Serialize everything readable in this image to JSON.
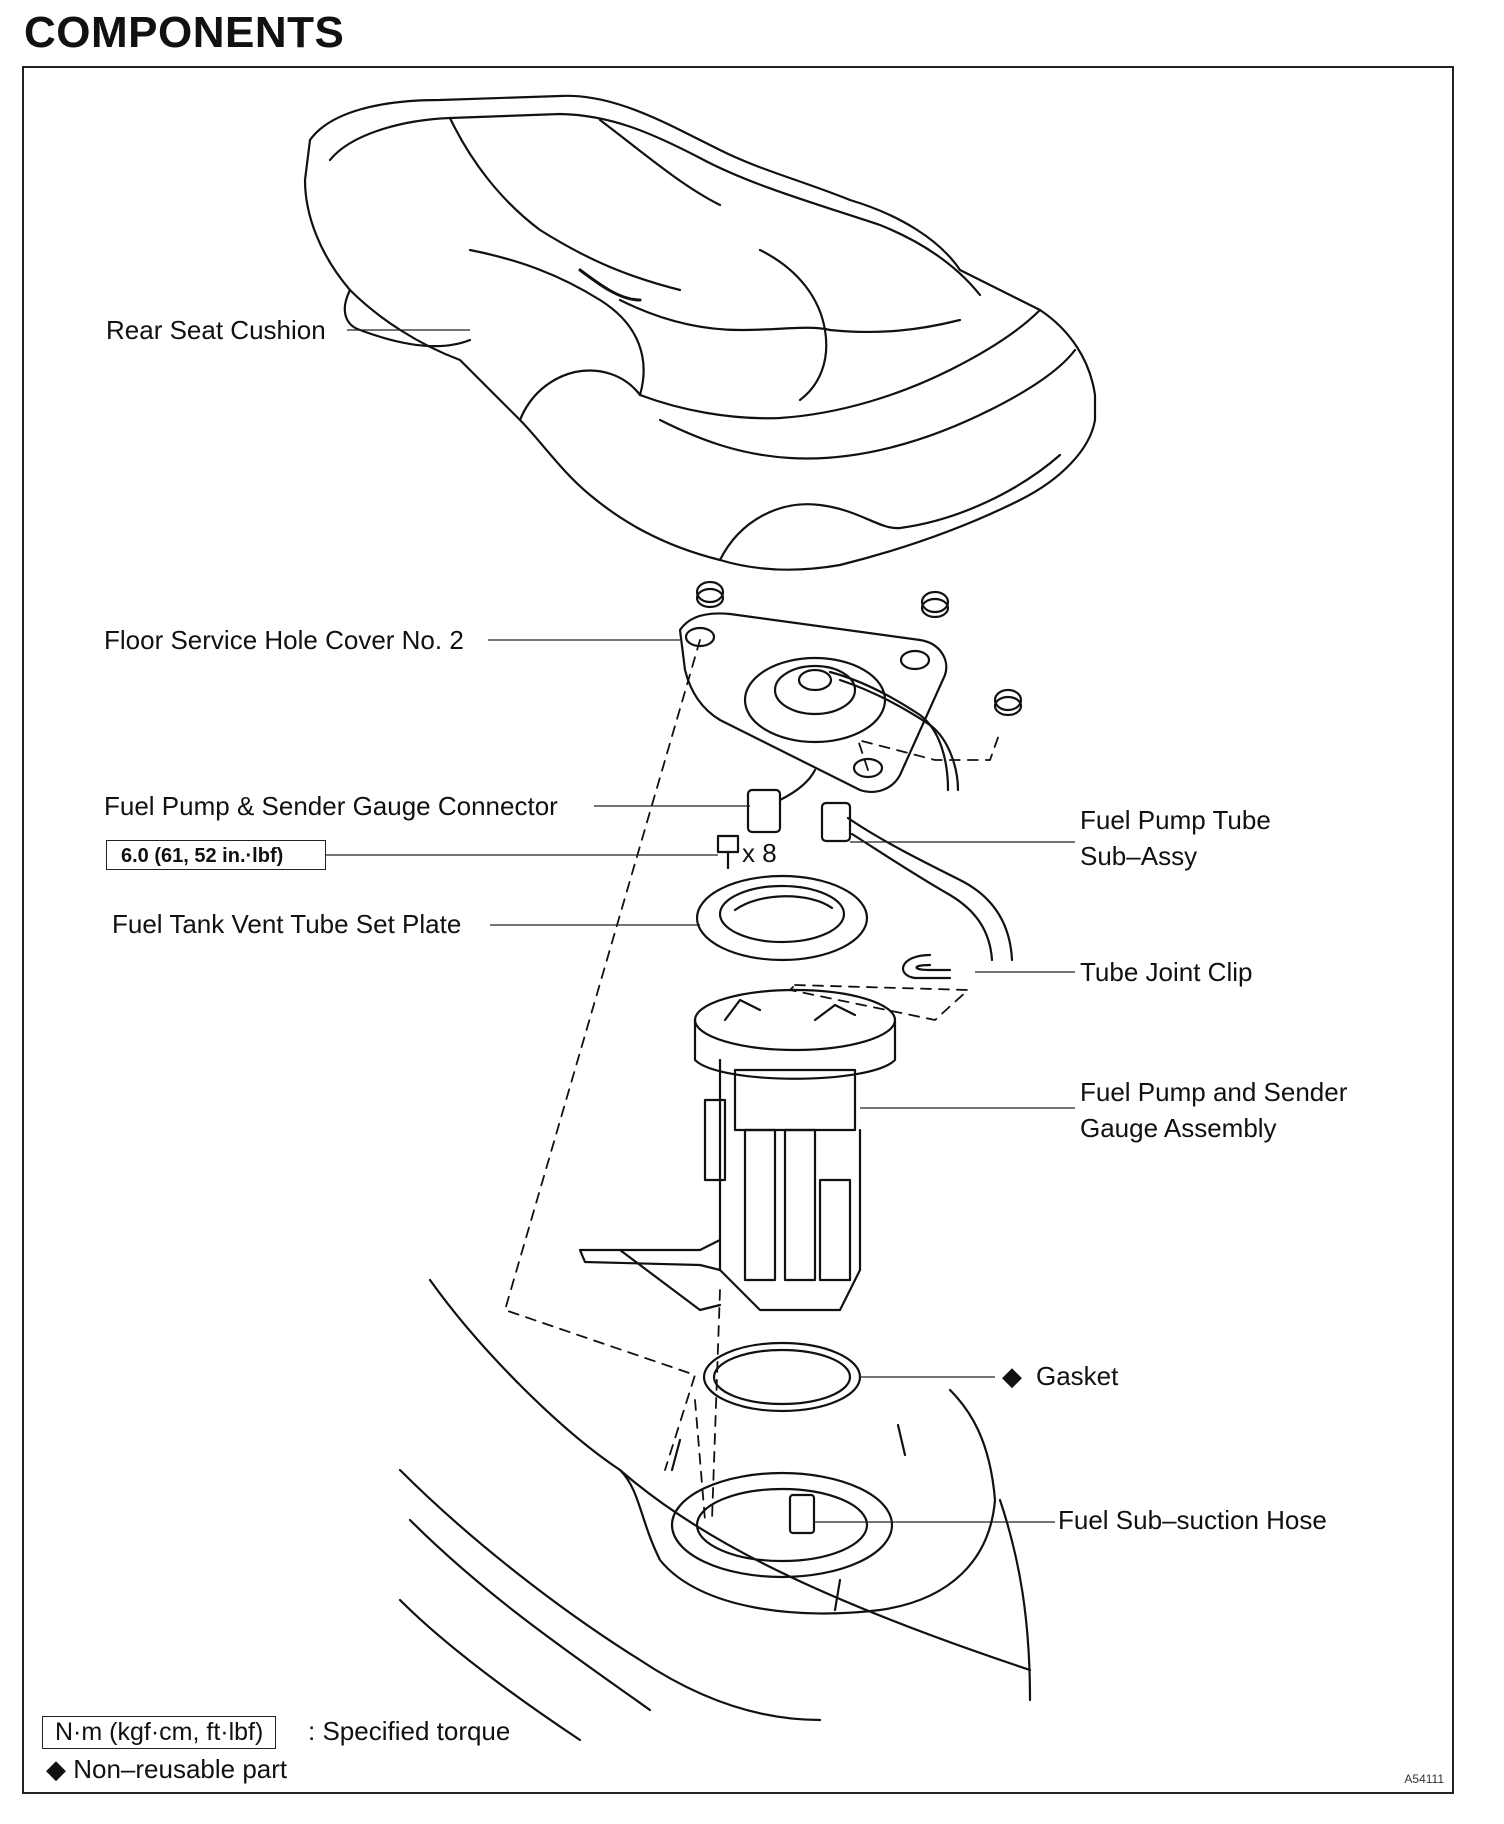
{
  "title": "COMPONENTS",
  "labels": {
    "rear_seat_cushion": "Rear Seat Cushion",
    "floor_cover": "Floor Service Hole Cover No. 2",
    "connector": "Fuel Pump & Sender Gauge Connector",
    "torque_spec": "6.0 (61, 52 in.·lbf)",
    "bolt_qty": "x 8",
    "vent_plate": "Fuel Tank Vent Tube Set Plate",
    "tube_sub_assy_1": "Fuel Pump Tube",
    "tube_sub_assy_2": "Sub–Assy",
    "tube_joint_clip": "Tube Joint Clip",
    "pump_assembly_1": "Fuel Pump and Sender",
    "pump_assembly_2": "Gauge Assembly",
    "gasket_marker": "◆",
    "gasket": "Gasket",
    "sub_suction_hose": "Fuel Sub–suction Hose"
  },
  "legend": {
    "torque_unit": "N·m (kgf·cm, ft·lbf)",
    "torque_desc": ": Specified torque",
    "nonreusable": "◆ Non–reusable part"
  },
  "figure_code": "A54111"
}
